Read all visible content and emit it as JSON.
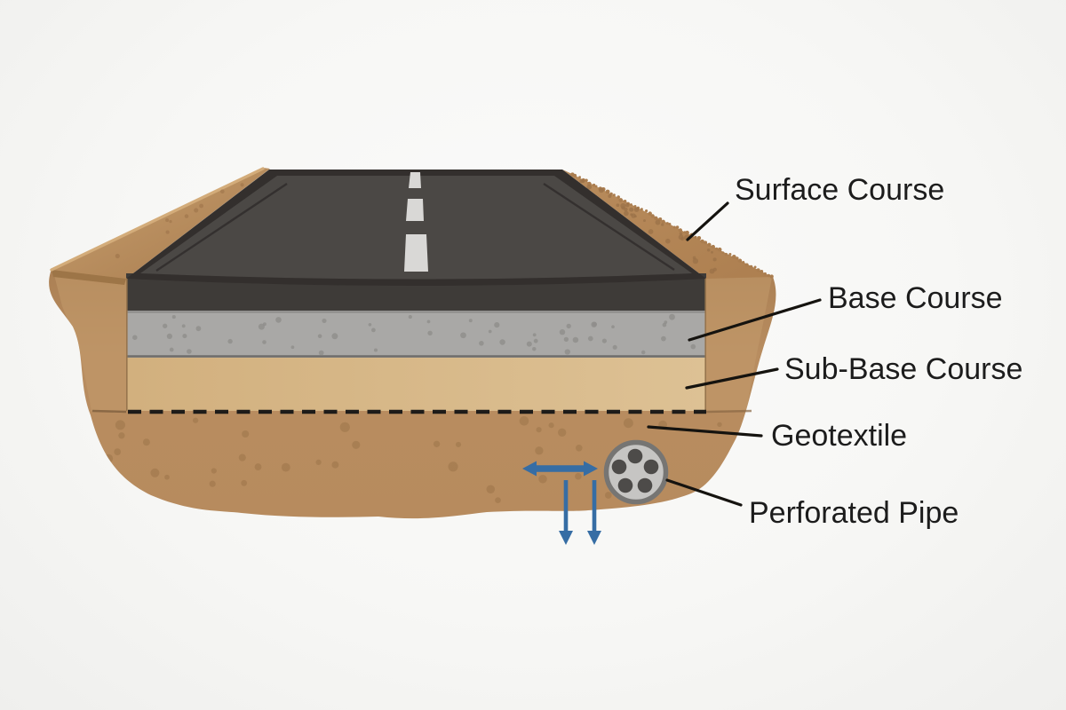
{
  "diagram": {
    "type": "road-pavement-cross-section",
    "description": "Cross-section of a road showing pavement layers, geotextile, perforated drainage pipe and water flow arrows"
  },
  "labels": {
    "surface_course": "Surface Course",
    "base_course": "Base Course",
    "sub_base_course": "Sub-Base Course",
    "geotextile": "Geotextile",
    "perforated_pipe": "Perforated Pipe"
  },
  "colors": {
    "label_text": "#1c1c1c",
    "leader_line": "#15130f",
    "asphalt_top": "#4b4845",
    "asphalt_edge": "#332f2d",
    "asphalt_front": "#3e3b38",
    "base_gray": "#a9a8a6",
    "subbase_tan": "#d7b888",
    "soil_brown": "#b58a5c",
    "shoulder_brown": "#b5885a",
    "lane_marking": "#d9d8d6",
    "geotextile_line": "#1d1b19",
    "pipe_fill": "#c6c5c3",
    "pipe_ring": "#767573",
    "pipe_hole": "#4d4b49",
    "arrow_blue": "#366da4"
  }
}
